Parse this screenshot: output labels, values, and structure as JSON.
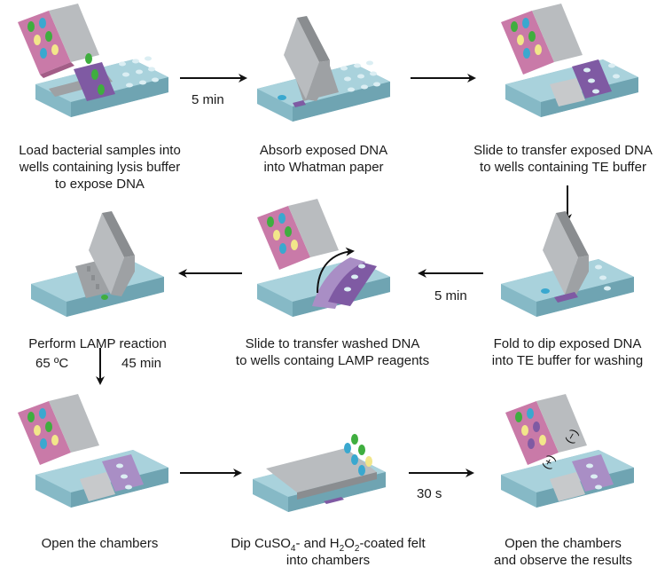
{
  "steps": [
    {
      "caption": "Load bacterial samples into\nwells containing lysis buffer\nto expose DNA"
    },
    {
      "caption": "Absorb exposed DNA\ninto Whatman paper"
    },
    {
      "caption": "Slide to transfer exposed DNA\nto wells containing TE buffer"
    },
    {
      "caption": "Fold to dip exposed DNA\ninto TE buffer for washing"
    },
    {
      "caption": "Slide to transfer washed DNA\nto wells containg LAMP reagents"
    },
    {
      "caption": "Perform LAMP reaction"
    },
    {
      "caption": "Open the chambers"
    },
    {
      "caption_parts": [
        "Dip CuSO",
        "4",
        "- and H",
        "2",
        "O",
        "2",
        "-coated felt",
        "into chambers"
      ]
    },
    {
      "caption": "Open the chambers\nand observe the results"
    }
  ],
  "arrows": {
    "a1": "5 min",
    "a4": "5 min",
    "a6_temp": "65 ºC",
    "a6_time": "45 min",
    "a8": "30 s"
  },
  "signs": {
    "plus": "(+)",
    "minus": "(−)"
  },
  "colors": {
    "base_top": "#a9d2dc",
    "base_side": "#6fa4b2",
    "base_front": "#86b9c6",
    "gray_top": "#b9bcbf",
    "gray_side": "#8a8d90",
    "gray_front": "#9ea1a4",
    "pink": "#c97aa8",
    "purple": "#7f5aa3",
    "light_purple": "#a98ec5",
    "well": "#dbeef3",
    "green": "#3fae3f",
    "yellow": "#f2e68a",
    "blue": "#3aa8cf"
  }
}
